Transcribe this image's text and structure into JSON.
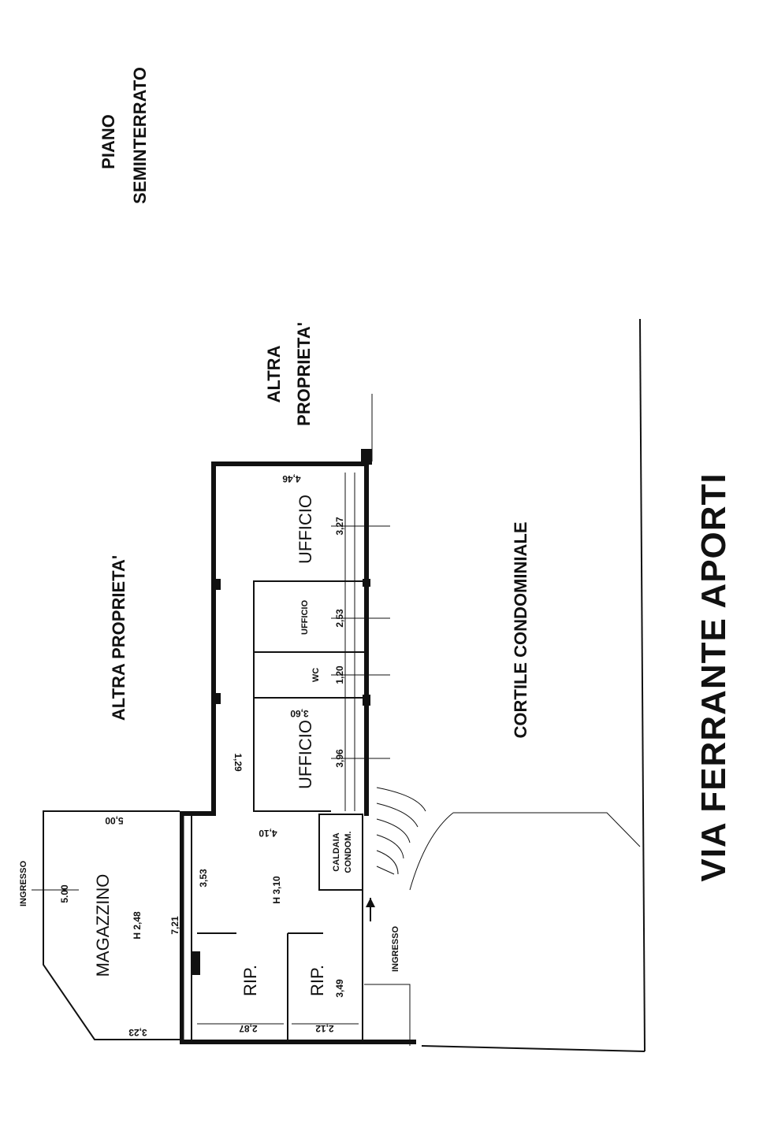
{
  "title_line1": "PIANO",
  "title_line2": "SEMINTERRATO",
  "street": "VIA FERRANTE APORTI",
  "courtyard": "CORTILE CONDOMINIALE",
  "other_property_main": "ALTRA PROPRIETA'",
  "other_property_line1": "ALTRA",
  "other_property_line2": "PROPRIETA'",
  "rooms": {
    "ufficio_top": "UFFICIO",
    "ufficio_mid": "UFFICIO",
    "wc": "WC",
    "ufficio_low": "UFFICIO",
    "caldaia_line1": "CALDAIA",
    "caldaia_line2": "CONDOM.",
    "magazzino": "MAGAZZINO",
    "magazzino_h": "H 2,48",
    "central_h": "H 3,10",
    "rip_left": "RIP.",
    "rip_right": "RIP.",
    "ingresso_left": "INGRESSO",
    "ingresso_right": "INGRESSO"
  },
  "dims": {
    "d_446": "4,46",
    "d_327": "3,27",
    "d_253": "2,53",
    "d_120": "1,20",
    "d_360": "3,60",
    "d_396": "3,96",
    "d_129": "1,29",
    "d_500a": "5,00",
    "d_500b": "5.00",
    "d_410": "4,10",
    "d_353": "3,53",
    "d_721": "7,21",
    "d_349": "3,49",
    "d_287": "2,87",
    "d_212": "2,12",
    "d_323": "3,23"
  }
}
